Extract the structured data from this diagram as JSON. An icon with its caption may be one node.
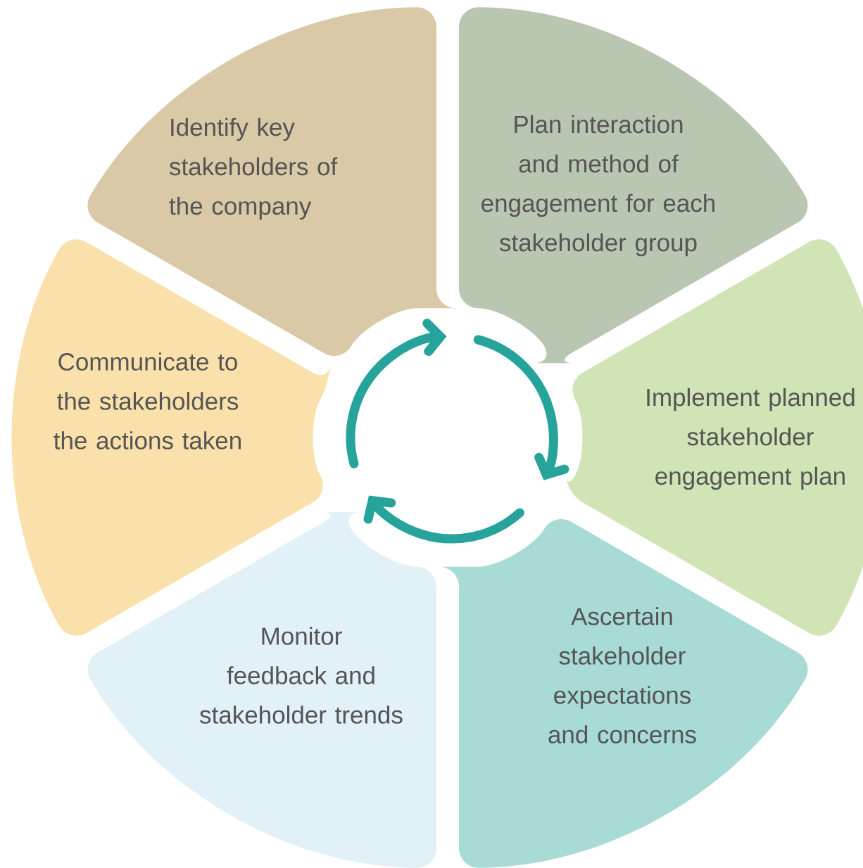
{
  "diagram": {
    "nodes": [
      {
        "text": [
          "Identify key stakeholders of the company"
        ]
      },
      {
        "text": [
          "Plan interaction and method of engagement for each stakeholder group"
        ]
      },
      {
        "text": [
          "Implement planned stakeholder engagement plan"
        ]
      },
      {
        "text": [
          "Ascertain stakeholder expectations and concerns"
        ]
      },
      {
        "text": [
          "Monitor feedback and stakeholder trends"
        ]
      },
      {
        "text": [
          "Communicate to the stakeholders the actions taken"
        ]
      }
    ]
  }
}
